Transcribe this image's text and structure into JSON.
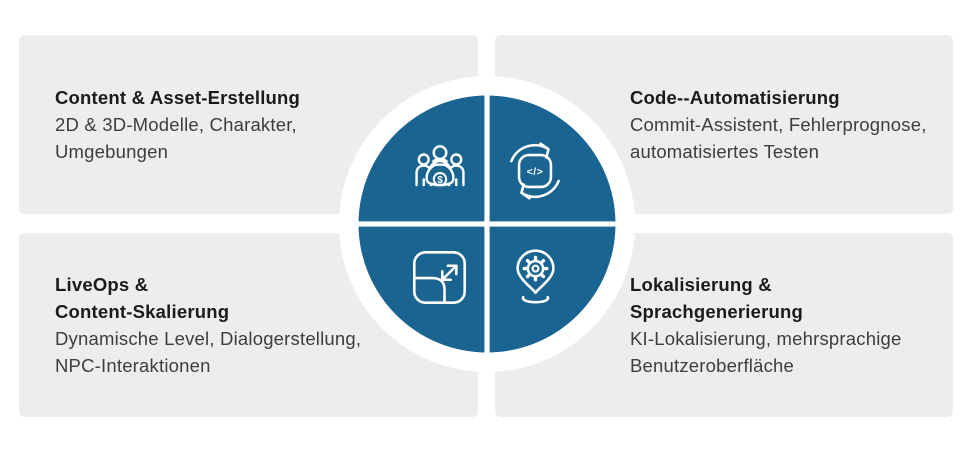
{
  "colors": {
    "circle_blue": "#1A6492",
    "panel_gray": "#ECEDEE",
    "icon_stroke": "#FFFFFF",
    "title_text": "#1B1B19",
    "body_text": "#3D3D3D"
  },
  "center": {
    "money_symbol": "$",
    "code_symbol": "</>"
  },
  "quadrants": [
    {
      "id": "content-asset-erstellung",
      "title_lines": [
        "Content & Asset-Erstellung"
      ],
      "desc_lines": [
        "2D & 3D-Modelle, Charakter,",
        "Umgebungen"
      ],
      "icon": "team-money-icon"
    },
    {
      "id": "code-automatisierung",
      "title_lines": [
        "Code--Automatisierung"
      ],
      "desc_lines": [
        "Commit-Assistent, Fehlerprognose,",
        "automatisiertes Testen"
      ],
      "icon": "code-automation-icon"
    },
    {
      "id": "liveops-content-skalierung",
      "title_lines": [
        "LiveOps &",
        "Content-Skalierung"
      ],
      "desc_lines": [
        "Dynamische Level, Dialogerstellung,",
        "NPC-Interaktionen"
      ],
      "icon": "expand-scale-icon"
    },
    {
      "id": "lokalisierung-sprachgenerierung",
      "title_lines": [
        "Lokalisierung &",
        "Sprachgenerierung"
      ],
      "desc_lines": [
        "KI-Lokalisierung, mehrsprachige",
        "Benutzeroberfläche"
      ],
      "icon": "localization-pin-icon"
    }
  ]
}
